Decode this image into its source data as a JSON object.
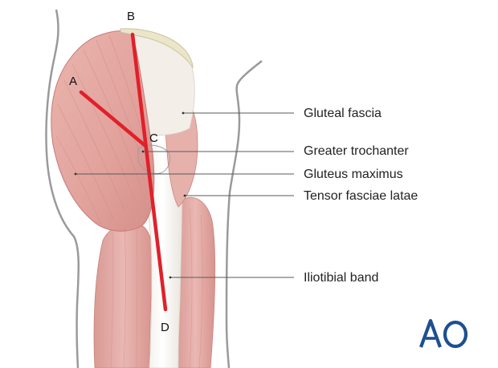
{
  "labels": {
    "gluteal_fascia": "Gluteal fascia",
    "greater_trochanter": "Greater trochanter",
    "gluteus_maximus": "Gluteus maximus",
    "tensor_fasciae_latae": "Tensor fasciae latae",
    "iliotibial_band": "Iliotibial band"
  },
  "points": {
    "a": "A",
    "b": "B",
    "c": "C",
    "d": "D"
  },
  "logo": {
    "text": "AO",
    "color": "#1d4f91"
  },
  "colors": {
    "muscle": "#e3a8a3",
    "muscle_light": "#f2cbc7",
    "muscle_dark": "#c97d78",
    "tendon": "#f3f1ec",
    "crest": "#ece6c9",
    "marker_line": "#e0202a",
    "outline": "#8a8a8a",
    "leader": "#555555"
  }
}
